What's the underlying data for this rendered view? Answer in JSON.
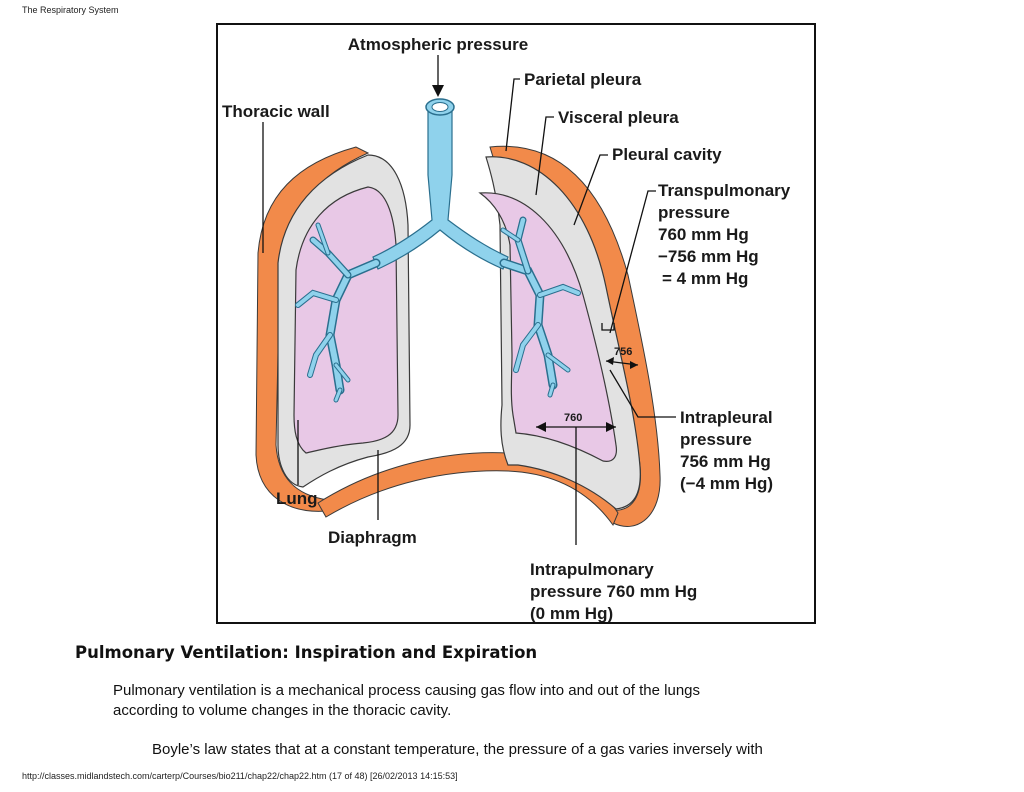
{
  "header": {
    "title": "The Respiratory System"
  },
  "diagram": {
    "labels": {
      "atmospheric_pressure": "Atmospheric pressure",
      "parietal_pleura": "Parietal pleura",
      "thoracic_wall": "Thoracic wall",
      "visceral_pleura": "Visceral pleura",
      "pleural_cavity": "Pleural cavity",
      "transpulmonary": [
        "Transpulmonary",
        "pressure",
        "760 mm Hg",
        "−756 mm Hg",
        "= 4 mm Hg"
      ],
      "value_756": "756",
      "value_760": "760",
      "intrapleural": [
        "Intrapleural",
        "pressure",
        "756 mm Hg",
        "(−4 mm Hg)"
      ],
      "lung": "Lung",
      "diaphragm": "Diaphragm",
      "intrapulmonary": [
        "Intrapulmonary",
        "pressure 760 mm Hg",
        "(0 mm Hg)"
      ]
    },
    "colors": {
      "thoracic_wall": "#f28a4a",
      "pleural_cavity": "#e2e2e2",
      "lung": "#e8c8e6",
      "airway": "#8fd2ec",
      "airway_outline": "#2a6f8e",
      "outline": "#3a3a3a"
    }
  },
  "section": {
    "heading": "Pulmonary Ventilation: Inspiration and Expiration",
    "paragraph1": "Pulmonary ventilation is a mechanical process causing gas flow into and out of the lungs according to volume changes in the thoracic cavity.",
    "paragraph2": "Boyle’s law states that at a constant temperature, the pressure of a gas varies inversely with"
  },
  "footer": {
    "url": "http://classes.midlandstech.com/carterp/Courses/bio211/chap22/chap22.htm (17 of 48) [26/02/2013 14:15:53]"
  }
}
